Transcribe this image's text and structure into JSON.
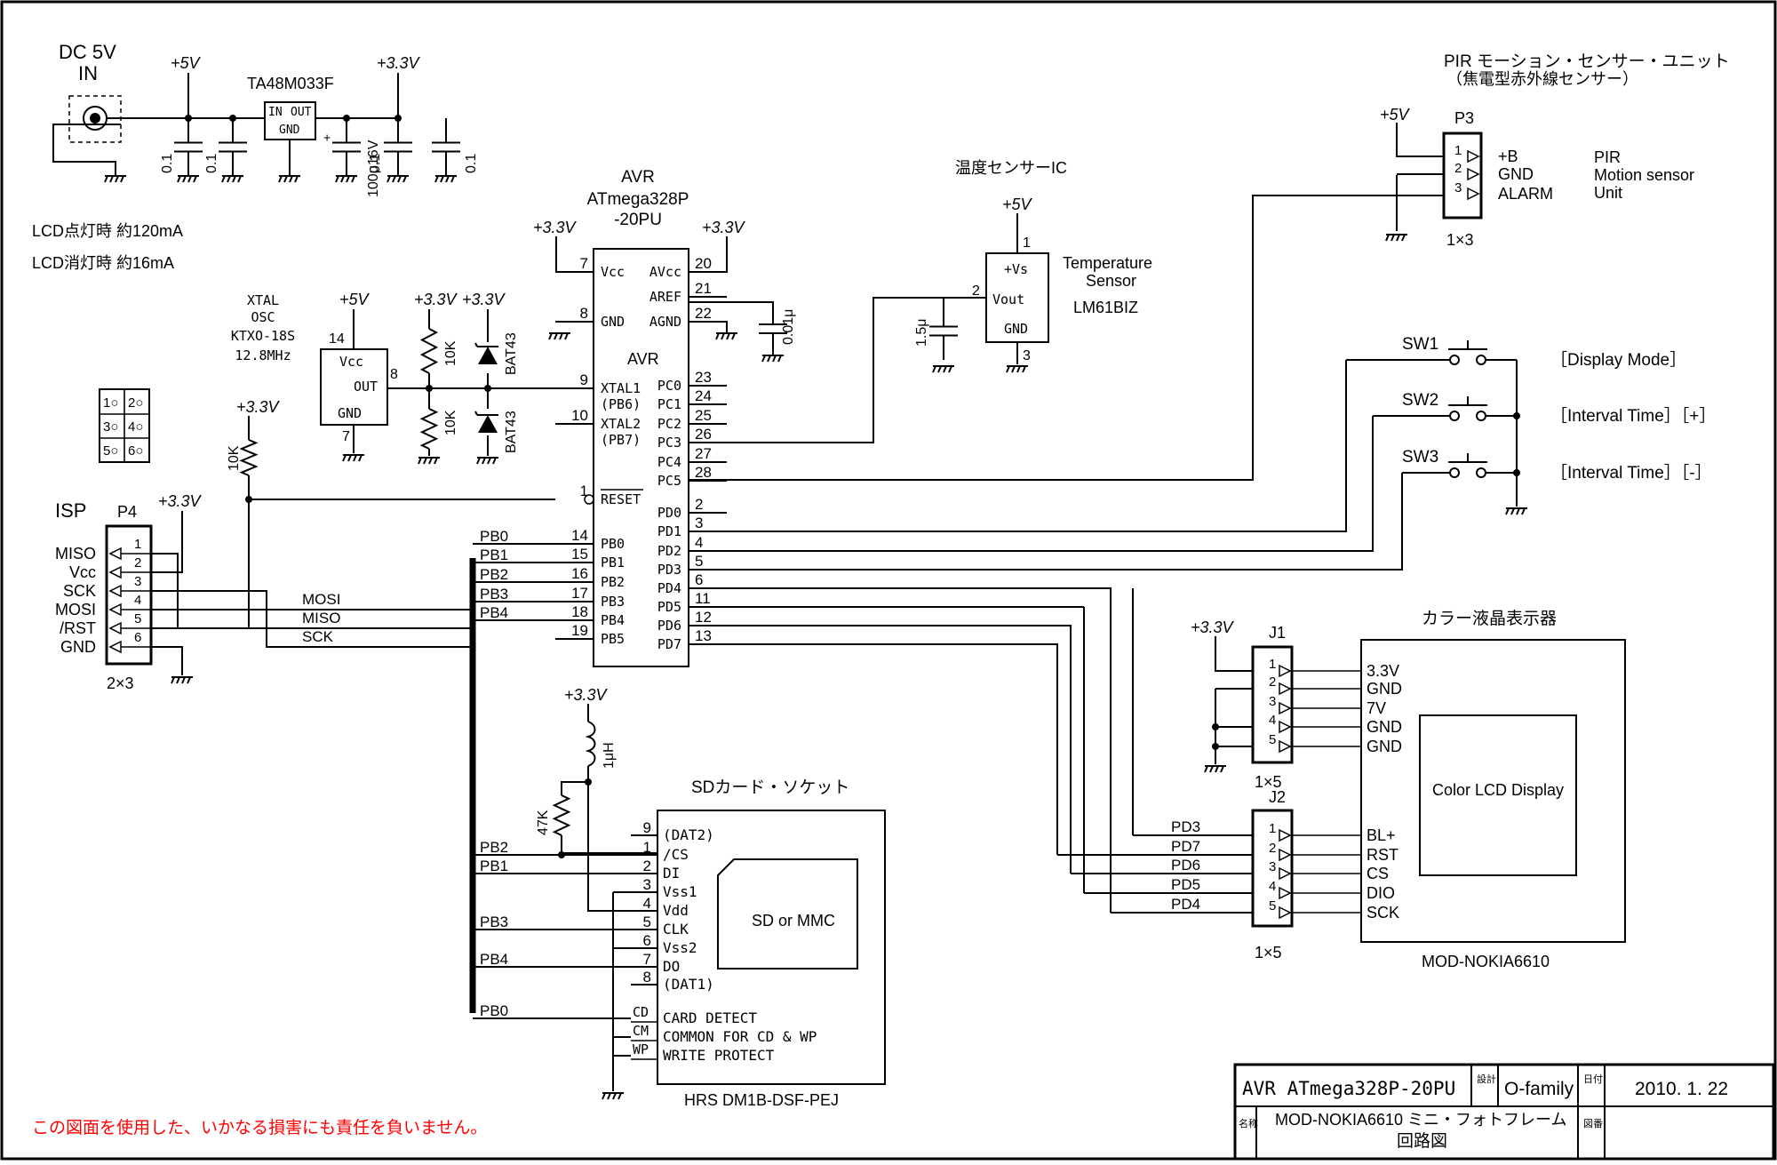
{
  "power": {
    "dc_in": "DC 5V",
    "dc_in2": "IN",
    "v5": "+5V",
    "v33": "+3.3V",
    "regulator": "TA48M033F",
    "reg_in": "IN",
    "reg_out": "OUT",
    "reg_gnd": "GND",
    "cap_01": "0.1",
    "cap_u": "μ",
    "cap_100": "100μ16V",
    "lcd_on": "LCD点灯時  約120mA",
    "lcd_off": "LCD消灯時   約16mA"
  },
  "osc": {
    "l1": "XTAL",
    "l2": "OSC",
    "l3": "KTXO-18S",
    "l4": "12.8MHz",
    "vcc": "Vcc",
    "out": "OUT",
    "gnd": "GND",
    "p14": "14",
    "p8": "8",
    "p7": "7"
  },
  "res10k": "10K",
  "diode": "BAT43",
  "res47k": "47K",
  "ind": "1μH",
  "pinmap": [
    "1",
    "2",
    "3",
    "4",
    "5",
    "6"
  ],
  "mcu": {
    "t1": "AVR",
    "t2": "ATmega328P",
    "t3": "-20PU",
    "name": "AVR",
    "left_pins": [
      {
        "n": "7",
        "l": "Vcc"
      },
      {
        "n": "8",
        "l": "GND"
      },
      {
        "n": "9",
        "l": "XTAL1"
      },
      {
        "n": "",
        "l": "(PB6)"
      },
      {
        "n": "10",
        "l": "XTAL2"
      },
      {
        "n": "",
        "l": "(PB7)"
      },
      {
        "n": "1",
        "l": "RESET"
      },
      {
        "n": "14",
        "l": "PB0"
      },
      {
        "n": "15",
        "l": "PB1"
      },
      {
        "n": "16",
        "l": "PB2"
      },
      {
        "n": "17",
        "l": "PB3"
      },
      {
        "n": "18",
        "l": "PB4"
      },
      {
        "n": "19",
        "l": "PB5"
      }
    ],
    "right_pins": [
      {
        "n": "20",
        "l": "AVcc"
      },
      {
        "n": "21",
        "l": "AREF"
      },
      {
        "n": "22",
        "l": "AGND"
      },
      {
        "n": "23",
        "l": "PC0"
      },
      {
        "n": "24",
        "l": "PC1"
      },
      {
        "n": "25",
        "l": "PC2"
      },
      {
        "n": "26",
        "l": "PC3"
      },
      {
        "n": "27",
        "l": "PC4"
      },
      {
        "n": "28",
        "l": "PC5"
      },
      {
        "n": "2",
        "l": "PD0"
      },
      {
        "n": "3",
        "l": "PD1"
      },
      {
        "n": "4",
        "l": "PD2"
      },
      {
        "n": "5",
        "l": "PD3"
      },
      {
        "n": "6",
        "l": "PD4"
      },
      {
        "n": "11",
        "l": "PD5"
      },
      {
        "n": "12",
        "l": "PD6"
      },
      {
        "n": "13",
        "l": "PD7"
      }
    ],
    "cap_aref": "0.01μ"
  },
  "bus_labels": [
    "PB0",
    "PB1",
    "PB2",
    "PB3",
    "PB4"
  ],
  "isp": {
    "title": "ISP",
    "ref": "P4",
    "size": "2×3",
    "pins": [
      "1",
      "2",
      "3",
      "4",
      "5",
      "6"
    ],
    "signals": [
      "MISO",
      "Vcc",
      "SCK",
      "MOSI",
      "/RST",
      "GND"
    ],
    "net_mosi": "MOSI",
    "net_miso": "MISO",
    "net_sck": "SCK"
  },
  "temp": {
    "title": "温度センサーIC",
    "vs": "+Vs",
    "vout": "Vout",
    "gnd": "GND",
    "name1": "Temperature",
    "name2": "Sensor",
    "part": "LM61BIZ",
    "cap": "1.5μ",
    "p1": "1",
    "p2": "2",
    "p3": "3"
  },
  "pir": {
    "title": "PIR モーション・センサー・ユニット",
    "subtitle": "（焦電型赤外線センサー）",
    "ref": "P3",
    "size": "1×3",
    "signals": [
      "+B",
      "GND",
      "ALARM"
    ],
    "desc1": "PIR",
    "desc2": "Motion sensor",
    "desc3": "Unit"
  },
  "switches": [
    {
      "name": "SW1",
      "label": "［Display Mode］"
    },
    {
      "name": "SW2",
      "label": "［Interval Time］［+］"
    },
    {
      "name": "SW3",
      "label": "［Interval Time］［-］"
    }
  ],
  "lcd": {
    "title": "カラー液晶表示器",
    "module": "MOD-NOKIA6610",
    "display": "Color LCD Display",
    "j1": "J1",
    "j2": "J2",
    "size": "1×5",
    "j1_signals": [
      "3.3V",
      "GND",
      "7V",
      "GND",
      "GND"
    ],
    "j2_signals": [
      "BL+",
      "RST",
      "CS",
      "DIO",
      "SCK"
    ],
    "j2_nets": [
      "PD3",
      "PD7",
      "PD6",
      "PD5",
      "PD4"
    ]
  },
  "sd": {
    "title": "SDカード・ソケット",
    "part": "HRS DM1B-DSF-PEJ",
    "inner": "SD or MMC",
    "pins": [
      {
        "n": "9",
        "l": "(DAT2)"
      },
      {
        "n": "1",
        "l": "/CS"
      },
      {
        "n": "2",
        "l": "DI"
      },
      {
        "n": "3",
        "l": "Vss1"
      },
      {
        "n": "4",
        "l": "Vdd"
      },
      {
        "n": "5",
        "l": "CLK"
      },
      {
        "n": "6",
        "l": "Vss2"
      },
      {
        "n": "7",
        "l": "DO"
      },
      {
        "n": "8",
        "l": "(DAT1)"
      }
    ],
    "extra": [
      {
        "n": "CD",
        "l": "CARD DETECT"
      },
      {
        "n": "CM",
        "l": "COMMON FOR CD & WP"
      },
      {
        "n": "WP",
        "l": "WRITE PROTECT"
      }
    ],
    "nets": [
      "PB2",
      "PB1",
      "PB3",
      "PB4",
      "PB0"
    ]
  },
  "title_block": {
    "project": "AVR ATmega328P-20PU",
    "design_label": "設計",
    "designer": "O-family",
    "date_label": "日付",
    "date": "2010. 1. 22",
    "name_label": "名称",
    "name1": "MOD-NOKIA6610 ミニ・フォトフレーム",
    "name2": "回路図",
    "drawing_label": "図番"
  },
  "disclaimer": "この図面を使用した、いかなる損害にも責任を負いません。",
  "colors": {
    "disclaimer": "#ff0000"
  }
}
